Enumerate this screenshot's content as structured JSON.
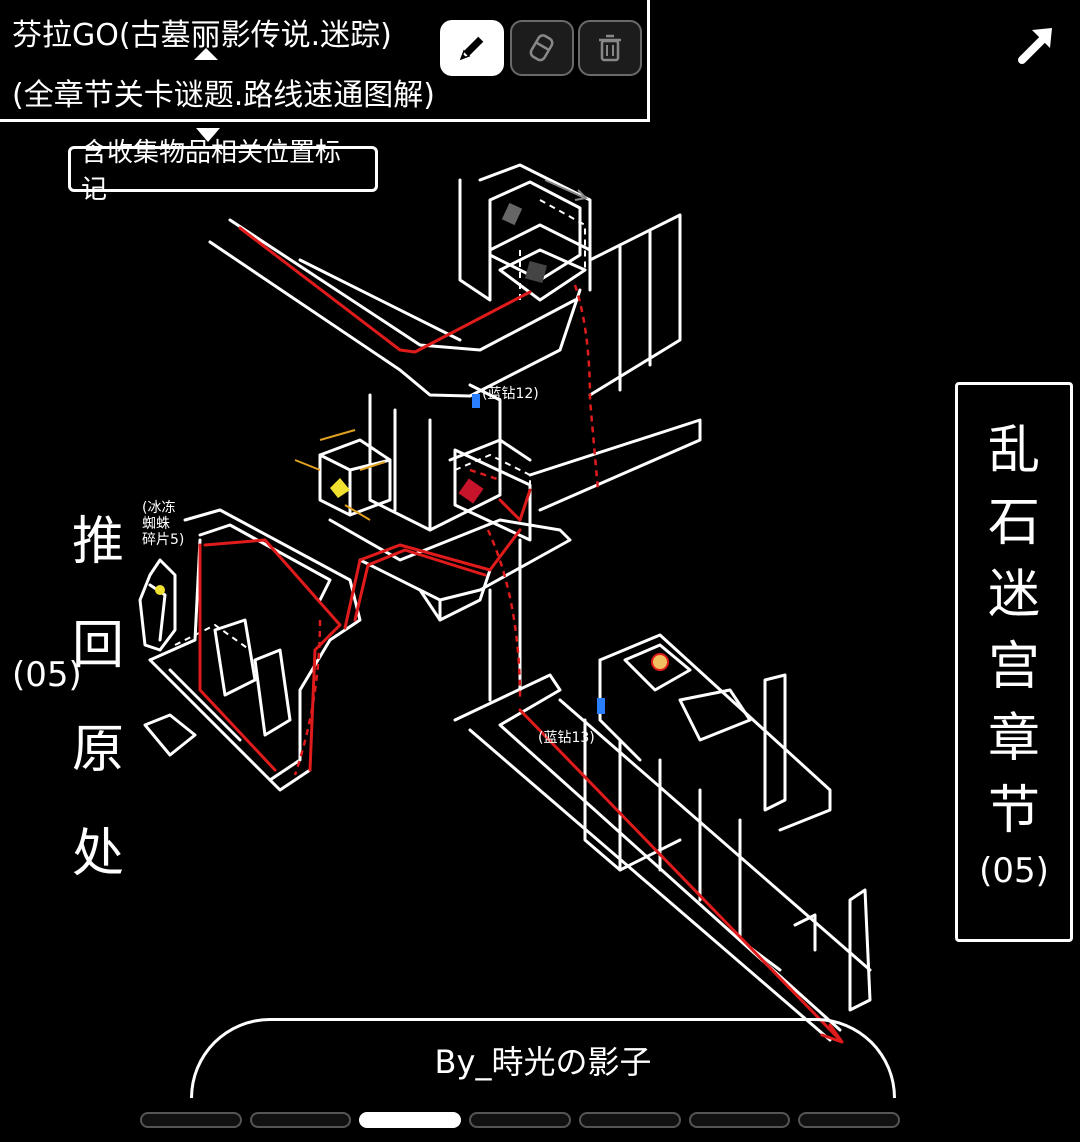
{
  "header": {
    "title_line1": "芬拉GO(古墓丽影传说.迷踪)",
    "title_line2": "(全章节关卡谜题.路线速通图解)",
    "subtitle": "含收集物品相关位置标记"
  },
  "toolbar": {
    "tools": [
      {
        "name": "pencil",
        "icon": "pencil-icon",
        "active": true
      },
      {
        "name": "eraser",
        "icon": "eraser-icon",
        "active": false
      },
      {
        "name": "trash",
        "icon": "trash-icon",
        "active": false
      }
    ],
    "share_icon": "share-arrow-icon"
  },
  "right_panel": {
    "chars": [
      "乱",
      "石",
      "迷",
      "宫",
      "章",
      "节"
    ],
    "chapter": "(05)"
  },
  "left_panel": {
    "chars": [
      "推",
      "回",
      "原",
      "处"
    ],
    "number": "(05)"
  },
  "annotations": {
    "gem12": "(蓝钻12)",
    "gem13": "(蓝钻13)",
    "ice_note": "(冰冻\n蜘蛛\n碎片5)"
  },
  "credits": "By_時光の影子",
  "pagination": {
    "total": 7,
    "current": 3
  },
  "colors": {
    "background": "#000000",
    "stroke": "#ffffff",
    "route": "#e01b1b",
    "gem": "#2a7fff",
    "collectible": "#f0e030"
  }
}
